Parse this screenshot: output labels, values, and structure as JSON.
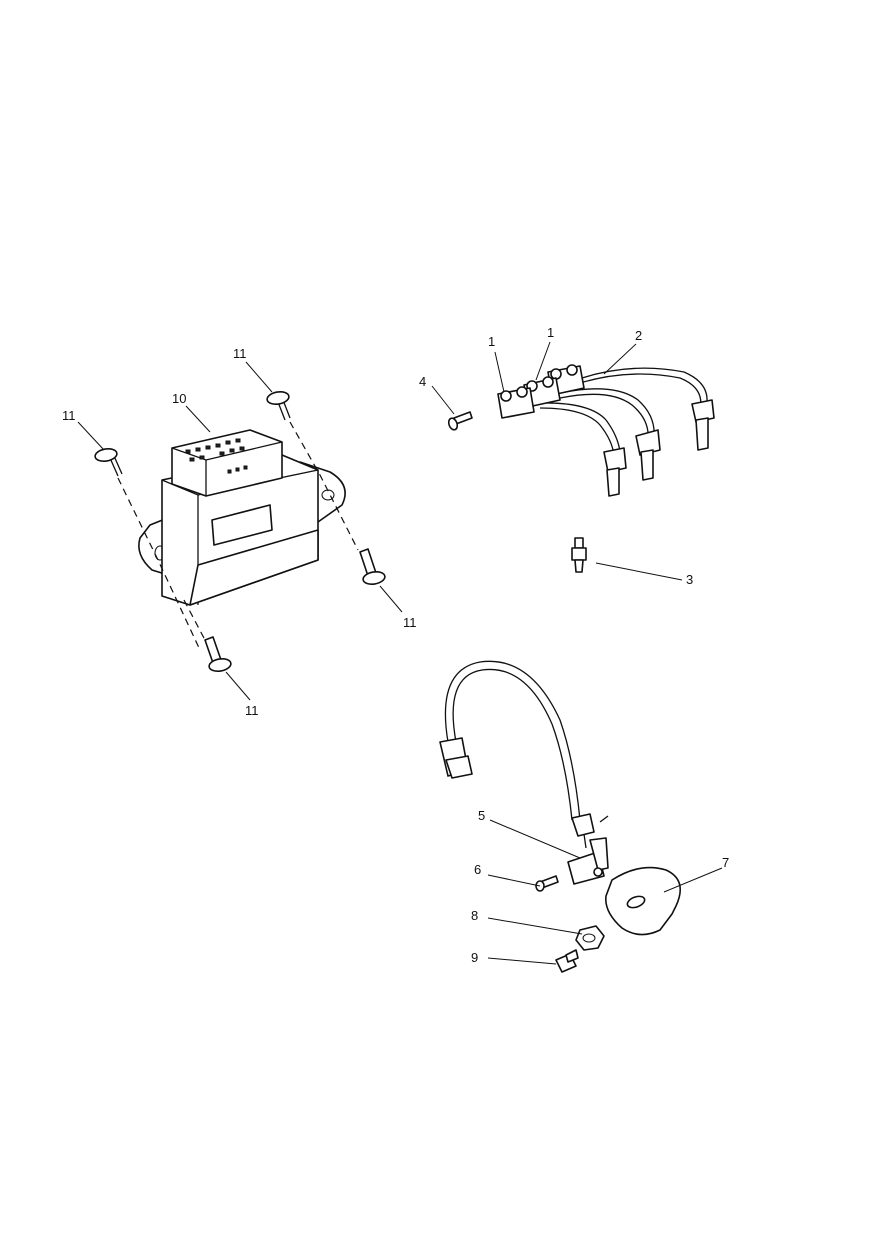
{
  "callouts": [
    {
      "id": "c1a",
      "text": "1"
    },
    {
      "id": "c1b",
      "text": "1"
    },
    {
      "id": "c2",
      "text": "2"
    },
    {
      "id": "c3",
      "text": "3"
    },
    {
      "id": "c4",
      "text": "4"
    },
    {
      "id": "c5",
      "text": "5"
    },
    {
      "id": "c6",
      "text": "6"
    },
    {
      "id": "c7",
      "text": "7"
    },
    {
      "id": "c8",
      "text": "8"
    },
    {
      "id": "c9",
      "text": "9"
    },
    {
      "id": "c10",
      "text": "10"
    },
    {
      "id": "c11a",
      "text": "11"
    },
    {
      "id": "c11b",
      "text": "11"
    },
    {
      "id": "c11c",
      "text": "11"
    },
    {
      "id": "c11d",
      "text": "11"
    }
  ]
}
